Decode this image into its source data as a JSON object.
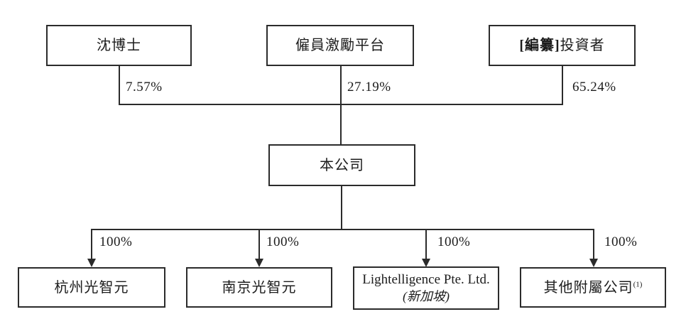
{
  "page": {
    "background": "#ffffff",
    "line_color": "#2b2b2b",
    "text_color": "#1c1c1c"
  },
  "nodes": {
    "shen": {
      "label": "沈博士"
    },
    "platform": {
      "label": "僱員激勵平台"
    },
    "investors": {
      "redacted_prefix": "[編纂]",
      "label": "投資者"
    },
    "company": {
      "label": "本公司"
    },
    "hangzhou": {
      "label": "杭州光智元"
    },
    "nanjing": {
      "label": "南京光智元"
    },
    "lightelligence": {
      "name": "Lightelligence Pte. Ltd.",
      "location": "(新加坡)"
    },
    "others": {
      "label": "其他附屬公司",
      "footnote_marker": "(1)"
    }
  },
  "ownership": {
    "shen_to_company": "7.57%",
    "platform_to_company": "27.19%",
    "investors_to_company": "65.24%",
    "company_to_hangzhou": "100%",
    "company_to_nanjing": "100%",
    "company_to_lightelligence": "100%",
    "company_to_others": "100%"
  }
}
